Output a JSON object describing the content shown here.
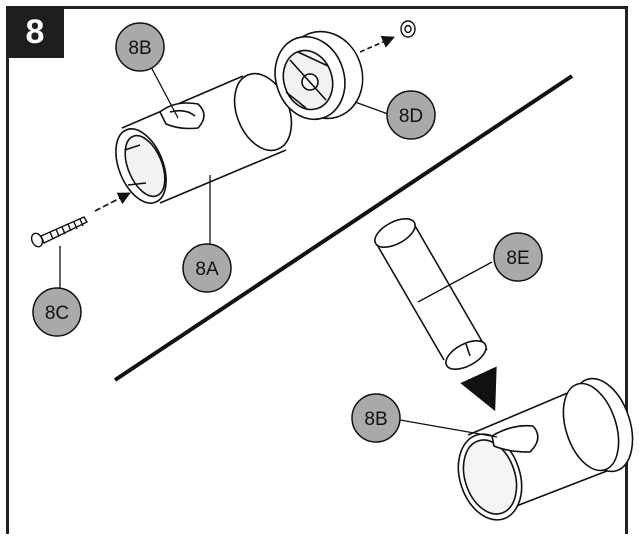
{
  "step": "8",
  "callouts": {
    "c8b_top": "8B",
    "c8d": "8D",
    "c8a": "8A",
    "c8c": "8C",
    "c8e": "8E",
    "c8b_bottom": "8B"
  },
  "colors": {
    "callout_fill": "#a9a9a9",
    "line": "#1a1a1a"
  }
}
